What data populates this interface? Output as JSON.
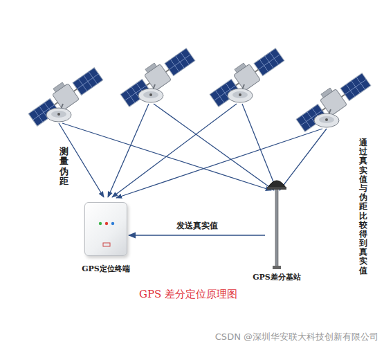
{
  "diagram": {
    "caption": "GPS 差分定位原理图",
    "nodes": [
      {
        "text": [
          "GPS定位终端"
        ]
      },
      {
        "text": [
          "GPS差分基站"
        ]
      }
    ],
    "edges": [
      {
        "from": 1,
        "to": 0,
        "arrow": "to",
        "label": "发送真实值"
      }
    ],
    "labels": [
      "测量伪距",
      "通过真实值与伪距比较得到真实值",
      "CSDN @深圳华安联大科技创新有限公司"
    ]
  }
}
